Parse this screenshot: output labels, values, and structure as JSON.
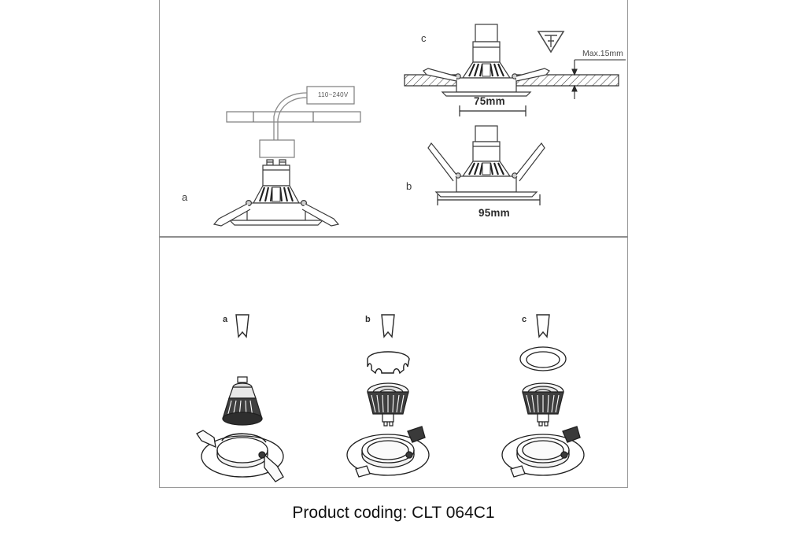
{
  "document": {
    "caption": "Product coding: CLT 064C1",
    "frame_color": "#9a9a9a",
    "line_color": "#2b2b2b"
  },
  "top_panel": {
    "diagram_a": {
      "label": "a",
      "voltage_label": "110~240V",
      "description": "GU10 downlight with junction box and ceiling rail"
    },
    "diagram_c": {
      "label": "c",
      "dimension": "75mm",
      "thickness_note": "Max.15mm",
      "description": "Installed downlight cross-section in ceiling"
    },
    "diagram_b": {
      "label": "b",
      "dimension": "95mm",
      "description": "Downlight fixture outer diameter"
    }
  },
  "bottom_panel": {
    "steps": [
      {
        "label": "a",
        "parts": [
          "arrow-down",
          "gu10-lamp",
          "ring-fixture-with-clip"
        ]
      },
      {
        "label": "b",
        "parts": [
          "arrow-down",
          "retaining-clip",
          "reflector-lamp",
          "ring-fixture"
        ]
      },
      {
        "label": "c",
        "parts": [
          "arrow-down",
          "trim-ring",
          "reflector-lamp",
          "ring-fixture"
        ]
      }
    ]
  }
}
